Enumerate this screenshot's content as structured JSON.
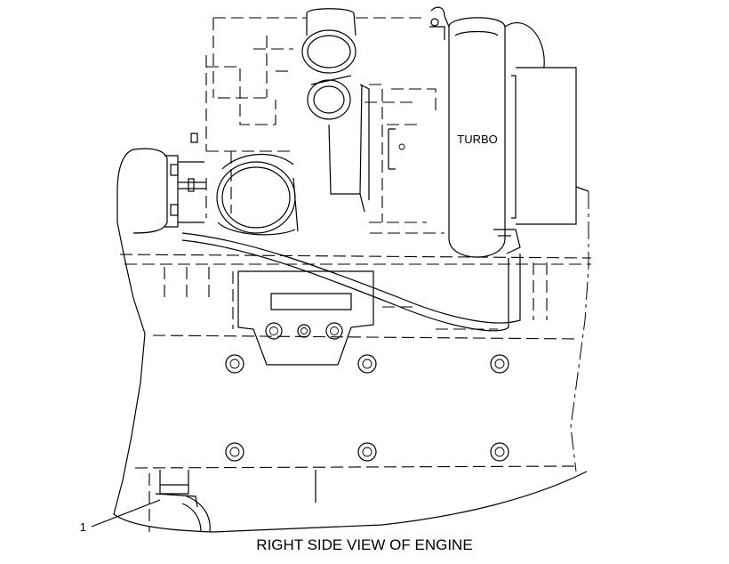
{
  "diagram": {
    "component_label": "TURBO",
    "callout": "1",
    "caption": "RIGHT SIDE VIEW OF ENGINE"
  }
}
